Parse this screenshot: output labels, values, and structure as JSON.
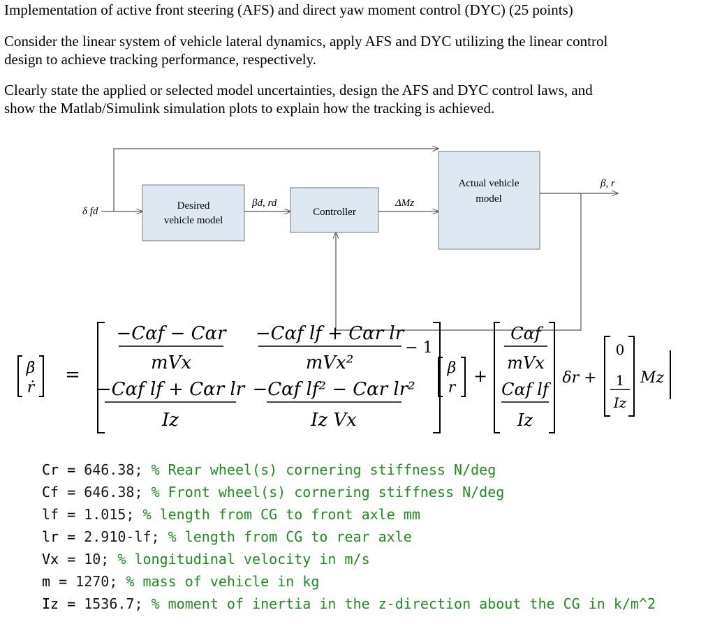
{
  "heading": {
    "title": "Implementation of active front steering (AFS) and direct yaw moment control (DYC) (25 points)",
    "paragraph1": [
      "Consider the linear system of vehicle lateral dynamics, apply AFS and DYC utilizing the linear control",
      "design to achieve tracking performance, respectively."
    ],
    "paragraph2": [
      "Clearly state the applied or selected model uncertainties, design the AFS and DYC control laws, and",
      "show the Matlab/Simulink simulation plots to explain how the tracking is achieved."
    ]
  },
  "diagram": {
    "input_label": "δ fd",
    "desired_model": [
      "Desired",
      "vehicle model"
    ],
    "desired_output": "βd, rd",
    "controller": "Controller",
    "control_output": "ΔMz",
    "actual_model": [
      "Actual vehicle",
      "model"
    ],
    "actual_output": "β, r"
  },
  "equation": {
    "lhs": [
      "β̇",
      "ṙ"
    ],
    "a11_num": "−Cαf − Cαr",
    "a11_den": "mVx",
    "a12_num": "−Cαf lf + Cαr lr",
    "a12_den": "mVx²",
    "a12_minus_one": "− 1",
    "a21_num": "−Cαf lf + Cαr lr",
    "a21_den": "Iz",
    "a22_num": "−Cαf lf² − Cαr lr²",
    "a22_den": "Iz Vx",
    "state": [
      "β",
      "r"
    ],
    "plus1": "+",
    "b11_num": "Cαf",
    "b11_den": "mVx",
    "b21_num": "Cαf lf",
    "b21_den": "Iz",
    "input1": "δr +",
    "b2_top": "0",
    "b2_num": "1",
    "b2_den": "Iz",
    "input2": "Mz"
  },
  "code": [
    {
      "var": "Cr",
      "value": "646.38;",
      "comment": "% Rear wheel(s) cornering stiffness N/deg"
    },
    {
      "var": "Cf",
      "value": "646.38;",
      "comment": "% Front wheel(s) cornering stiffness N/deg"
    },
    {
      "var": "lf",
      "value": "1.015;",
      "comment": "% length from CG to front axle mm"
    },
    {
      "var": "lr",
      "value": "2.910-lf;",
      "comment": "% length from CG to rear axle"
    },
    {
      "var": "Vx",
      "value": "10;",
      "comment": "% longitudinal velocity in m/s"
    },
    {
      "var": "m",
      "value": "1270;",
      "comment": "% mass of vehicle in kg"
    },
    {
      "var": "Iz",
      "value": "1536.7;",
      "comment": "% moment of inertia in the z-direction about the CG in k/m^2"
    }
  ]
}
